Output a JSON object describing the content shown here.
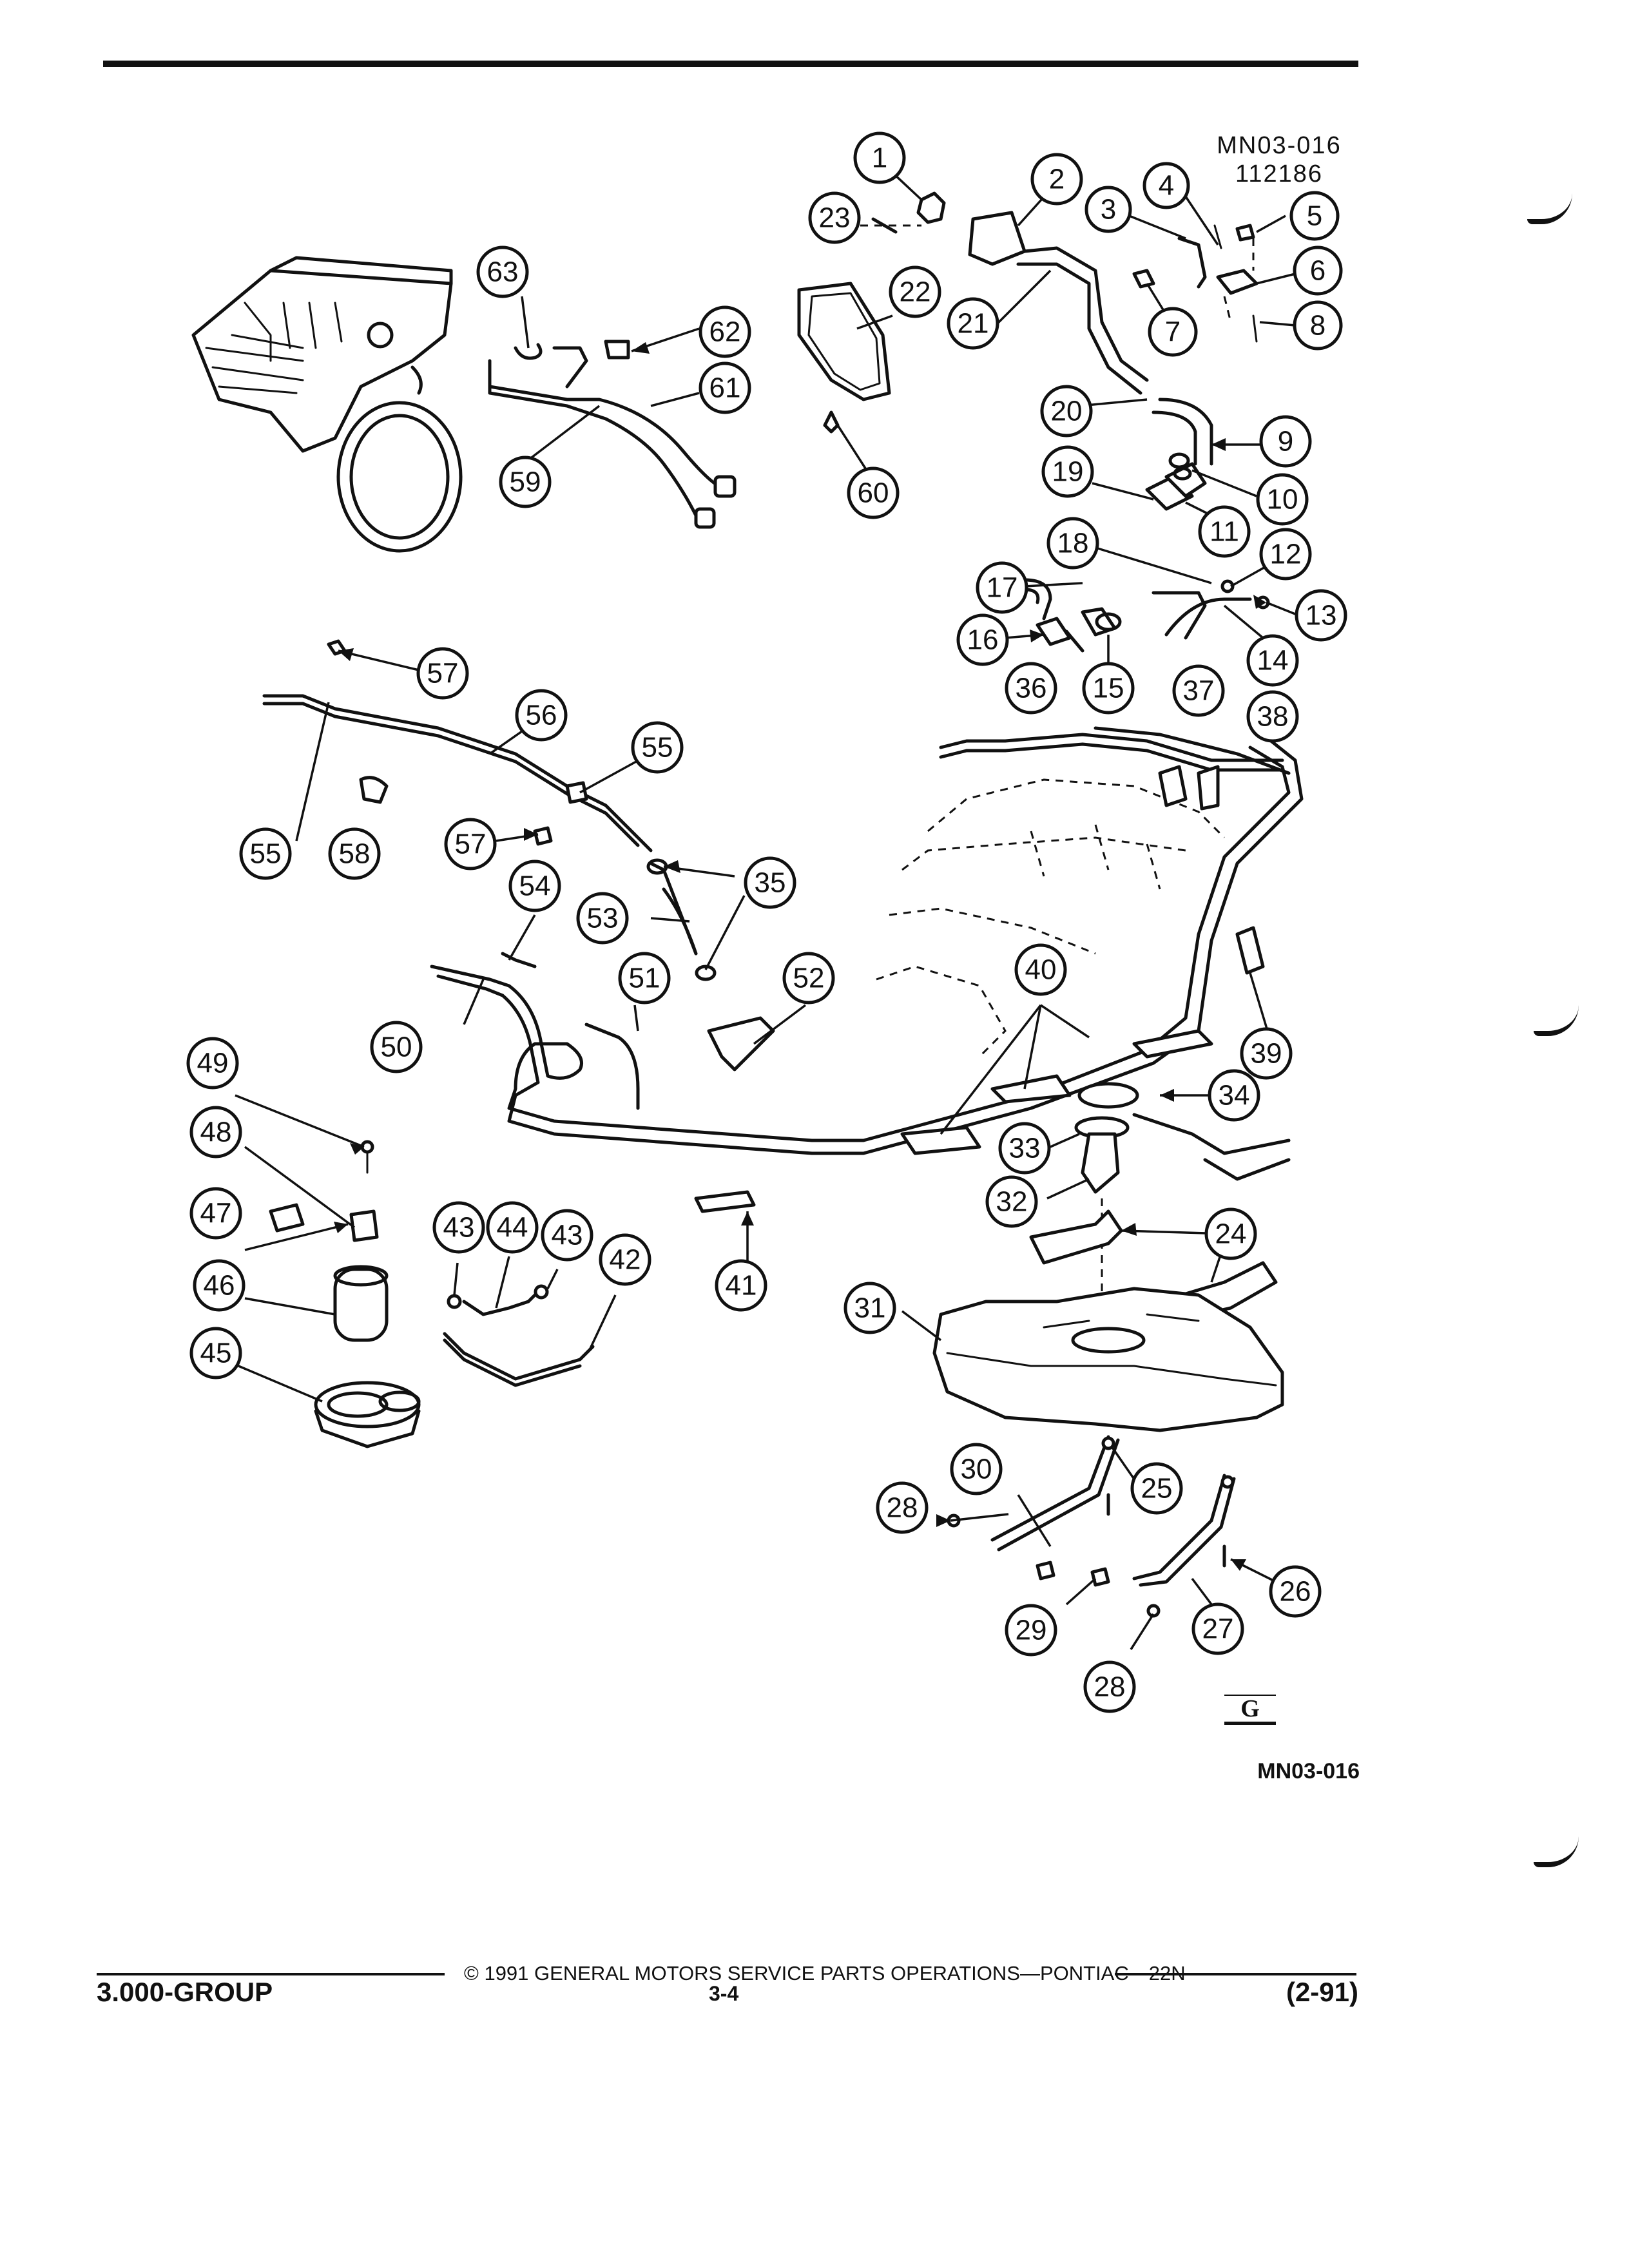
{
  "drawing": {
    "code": "MN03-016",
    "number": "112186"
  },
  "callouts": [
    "1",
    "2",
    "3",
    "4",
    "5",
    "6",
    "7",
    "8",
    "9",
    "10",
    "11",
    "12",
    "13",
    "14",
    "15",
    "16",
    "17",
    "18",
    "19",
    "20",
    "21",
    "22",
    "23",
    "24",
    "25",
    "26",
    "27",
    "28",
    "28",
    "29",
    "30",
    "31",
    "32",
    "33",
    "34",
    "35",
    "36",
    "37",
    "38",
    "39",
    "40",
    "41",
    "42",
    "43",
    "43",
    "44",
    "45",
    "46",
    "47",
    "48",
    "49",
    "50",
    "51",
    "52",
    "53",
    "54",
    "55",
    "55",
    "56",
    "57",
    "57",
    "58",
    "59",
    "60",
    "61",
    "62",
    "63"
  ],
  "figure_code": "MN03-016",
  "figure_logo": "G",
  "footer": {
    "copyright": "© 1991  GENERAL MOTORS SERVICE PARTS OPERATIONS—PONTIAC—22N",
    "group": "3.000-GROUP",
    "page": "3-4",
    "date": "(2-91)"
  }
}
